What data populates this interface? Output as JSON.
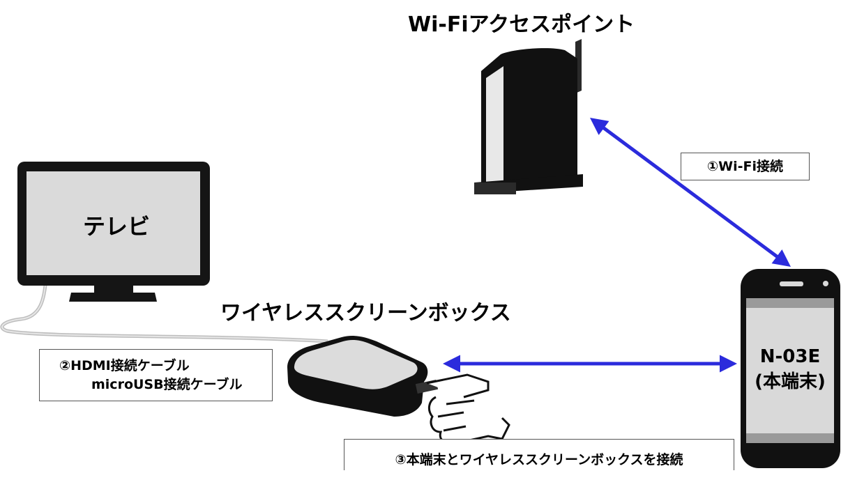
{
  "access_point": {
    "title": "Wi-Fiアクセスポイント"
  },
  "tv": {
    "label": "テレビ"
  },
  "screenbox": {
    "title": "ワイヤレススクリーンボックス"
  },
  "phone": {
    "line1": "N-03E",
    "line2": "(本端末)"
  },
  "steps": {
    "step1": "①Wi-Fi接続",
    "step2_line1": "②HDMI接続ケーブル",
    "step2_line2": "microUSB接続ケーブル",
    "step3": "③本端末とワイヤレススクリーンボックスを接続"
  },
  "colors": {
    "arrow": "#2b2bdc",
    "device_dark": "#111111",
    "screen_gray": "#d9d9d9",
    "cable_gray": "#c8c8c8"
  }
}
